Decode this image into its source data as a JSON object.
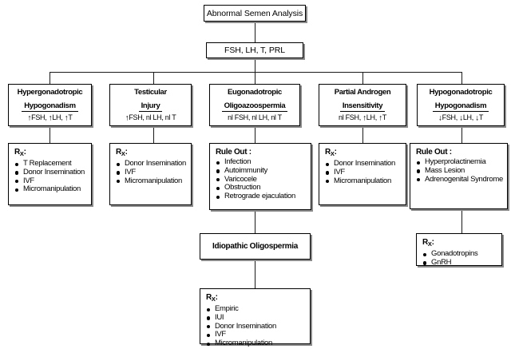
{
  "diagram": {
    "title": "Abnormal Semen Analysis",
    "workup": "FSH, LH, T, PRL",
    "idiopathic": "Idiopathic Oligospermia",
    "rx_label": "R",
    "rx_sub": "X",
    "rx_colon": ":",
    "rule_out_label": "Rule Out :",
    "up_arrow": "↑",
    "down_arrow": "↓",
    "branches": [
      {
        "line1": "Hypergonadotropic",
        "line2": "Hypogonadism",
        "labs": [
          {
            "arrow": "↑",
            "text": "FSH,"
          },
          {
            "arrow": "↑",
            "text": "LH,"
          },
          {
            "arrow": "↑",
            "text": "T"
          }
        ],
        "panel_title": "R",
        "panel_type": "rx",
        "items": [
          "T Replacement",
          "Donor Insemination",
          "IVF",
          "Micromanipulation"
        ]
      },
      {
        "line1": "Testicular",
        "line2": "Injury",
        "labs": [
          {
            "arrow": "↑",
            "text": "FSH,"
          },
          {
            "arrow": "",
            "text": "nl LH,"
          },
          {
            "arrow": "",
            "text": "nl T"
          }
        ],
        "panel_type": "rx",
        "items": [
          "Donor Insemination",
          "IVF",
          "Micromanipulation"
        ]
      },
      {
        "line1": "Eugonadotropic",
        "line2": "Oligoazoospermia",
        "labs": [
          {
            "arrow": "",
            "text": "nl FSH,"
          },
          {
            "arrow": "",
            "text": "nl LH,"
          },
          {
            "arrow": "",
            "text": "nl T"
          }
        ],
        "panel_type": "ruleout",
        "items": [
          "Infection",
          "Autoimmunity",
          "Varicocele",
          "Obstruction",
          "Retrograde ejaculation"
        ]
      },
      {
        "line1": "Partial Androgen",
        "line2": "Insensitivity",
        "labs": [
          {
            "arrow": "",
            "text": "nl FSH,"
          },
          {
            "arrow": "↑",
            "text": "LH,"
          },
          {
            "arrow": "↑",
            "text": "T"
          }
        ],
        "panel_type": "rx",
        "items": [
          "Donor Insemination",
          "IVF",
          "Micromanipulation"
        ]
      },
      {
        "line1": "Hypogonadotropic",
        "line2": "Hypogonadism",
        "labs": [
          {
            "arrow": "↓",
            "text": "FSH,"
          },
          {
            "arrow": "↓",
            "text": "LH,"
          },
          {
            "arrow": "↓",
            "text": "T"
          }
        ],
        "panel_type": "ruleout",
        "items": [
          "Hyperprolactinemia",
          "Mass Lesion",
          "Adrenogenital Syndrome"
        ]
      }
    ],
    "hypo_rx_items": [
      "Gonadotropins",
      "GnRH"
    ],
    "idiopathic_rx_items": [
      "Empiric",
      "IUI",
      "Donor Insemination",
      "IVF",
      "Micromanipulation"
    ]
  }
}
